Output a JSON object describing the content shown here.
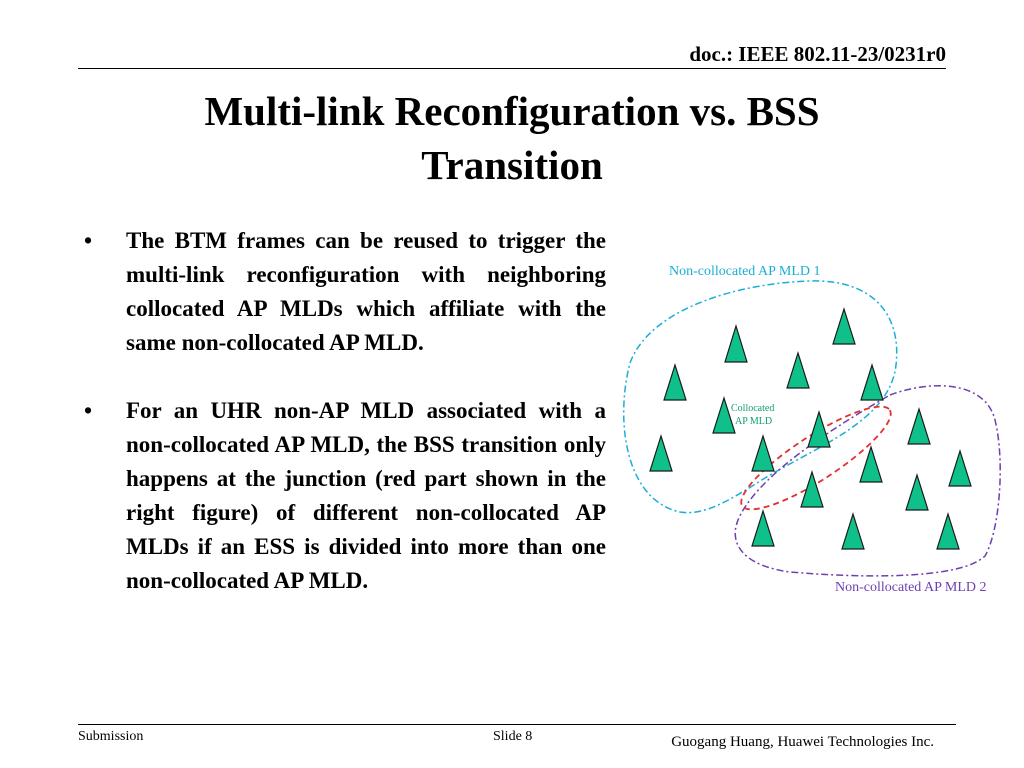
{
  "header": {
    "doc_id": "doc.: IEEE 802.11-23/0231r0"
  },
  "slide": {
    "title_line1": "Multi-link Reconfiguration vs. BSS",
    "title_line2": "Transition",
    "bullets": [
      "The BTM frames can be reused to trigger the multi-link reconfiguration with neighboring collocated AP MLDs which affiliate with the same non-collocated AP MLD.",
      "For an UHR non-AP MLD associated with a non-collocated AP MLD, the BSS transition only happens at the junction (red part shown in the right figure) of different non-collocated AP MLDs if an ESS is divided into more than one non-collocated AP MLD."
    ]
  },
  "diagram": {
    "label_mld1": "Non-collocated AP MLD 1",
    "label_mld2": "Non-collocated AP MLD 2",
    "label_collocated_line1": "Collocated",
    "label_collocated_line2": "AP MLD",
    "colors": {
      "mld1": "#1aaed6",
      "mld2": "#6d3fb0",
      "junction": "#e03030",
      "ap_fill": "#10c08a",
      "collocated_text": "#10a070"
    },
    "icon": "triangle-ap-icon"
  },
  "footer": {
    "left": "Submission",
    "center": "Slide 8",
    "right": "Guogang Huang, Huawei Technologies Inc."
  }
}
